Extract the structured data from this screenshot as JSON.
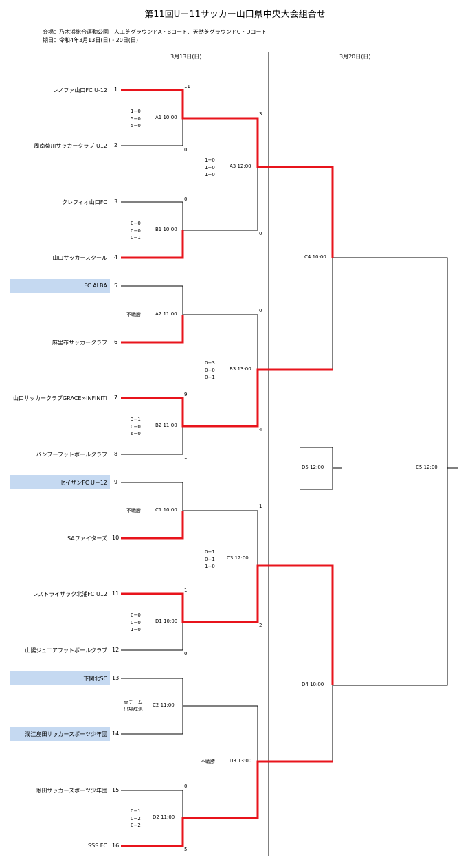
{
  "title": "第11回U－11サッカー山口県中央大会組合せ",
  "venue": "会場：乃木浜総合運動公園　人工芝グラウンドA・Bコート、天然芝グラウンドC・Dコート",
  "period": "期日：令和4年3月13日(日)・20日(日)",
  "dates": [
    "3月13日(日)",
    "3月20日(日)"
  ],
  "teams": [
    {
      "no": "1",
      "name": "レノファ山口FC U-12"
    },
    {
      "no": "2",
      "name": "周南菊川サッカークラブ U12"
    },
    {
      "no": "3",
      "name": "クレフィオ山口FC"
    },
    {
      "no": "4",
      "name": "山口サッカースクール"
    },
    {
      "no": "5",
      "name": "FC ALBA"
    },
    {
      "no": "6",
      "name": "麻里布サッカークラブ"
    },
    {
      "no": "7",
      "name": "山口サッカークラブGRACE∞INFINITI"
    },
    {
      "no": "8",
      "name": "バンブーフットボールクラブ"
    },
    {
      "no": "9",
      "name": "セイザンFC U－12"
    },
    {
      "no": "10",
      "name": "SAファイターズ"
    },
    {
      "no": "11",
      "name": "レストライザック北浦FC U12"
    },
    {
      "no": "12",
      "name": "山陽ジュニアフットボールクラブ"
    },
    {
      "no": "13",
      "name": "下関北SC"
    },
    {
      "no": "14",
      "name": "浅江島田サッカースポーツ少年団"
    },
    {
      "no": "15",
      "name": "恩田サッカースポーツ少年団"
    },
    {
      "no": "16",
      "name": "SSS FC"
    }
  ],
  "round1": [
    {
      "label": "A1 10:00",
      "results": [
        "1−0",
        "5−0",
        "5−0"
      ],
      "score_top": "11",
      "score_bottom": "0"
    },
    {
      "label": "B1 10:00",
      "results": [
        "0−0",
        "0−0",
        "0−1"
      ],
      "score_top": "0",
      "score_bottom": "1"
    },
    {
      "label": "A2 11:00",
      "results": [
        "不戦勝"
      ],
      "score_top": "",
      "score_bottom": ""
    },
    {
      "label": "B2 11:00",
      "results": [
        "3−1",
        "0−0",
        "6−0"
      ],
      "score_top": "9",
      "score_bottom": "1"
    },
    {
      "label": "C1 10:00",
      "results": [
        "不戦勝"
      ],
      "score_top": "",
      "score_bottom": ""
    },
    {
      "label": "D1 10:00",
      "results": [
        "0−0",
        "0−0",
        "1−0"
      ],
      "score_top": "1",
      "score_bottom": "0"
    },
    {
      "label": "C2 11:00",
      "results": [
        "両チーム",
        "出場辞退"
      ],
      "score_top": "",
      "score_bottom": ""
    },
    {
      "label": "D2 11:00",
      "results": [
        "0−1",
        "0−2",
        "0−2"
      ],
      "score_top": "0",
      "score_bottom": "5"
    }
  ],
  "round2": [
    {
      "label": "A3 12:00",
      "results": [
        "1−0",
        "1−0",
        "1−0"
      ],
      "score_top": "3",
      "score_bottom": "0"
    },
    {
      "label": "B3 13:00",
      "results": [
        "0−3",
        "0−0",
        "0−1"
      ],
      "score_top": "0",
      "score_bottom": "4"
    },
    {
      "label": "C3 12:00",
      "results": [
        "0−1",
        "0−1",
        "1−0"
      ],
      "score_top": "1",
      "score_bottom": "2"
    },
    {
      "label": "D3 13:00",
      "results": [
        "不戦勝"
      ],
      "score_top": "",
      "score_bottom": ""
    }
  ],
  "round3": [
    {
      "label": "C4 10:00"
    },
    {
      "label": "D4 10:00"
    }
  ],
  "placement": {
    "label": "D5 12:00"
  },
  "final": {
    "label": "C5 12:00"
  },
  "colors": {
    "winner_line": "#e8141c",
    "line": "#000000",
    "seed_shade": "#c5d9f1"
  }
}
